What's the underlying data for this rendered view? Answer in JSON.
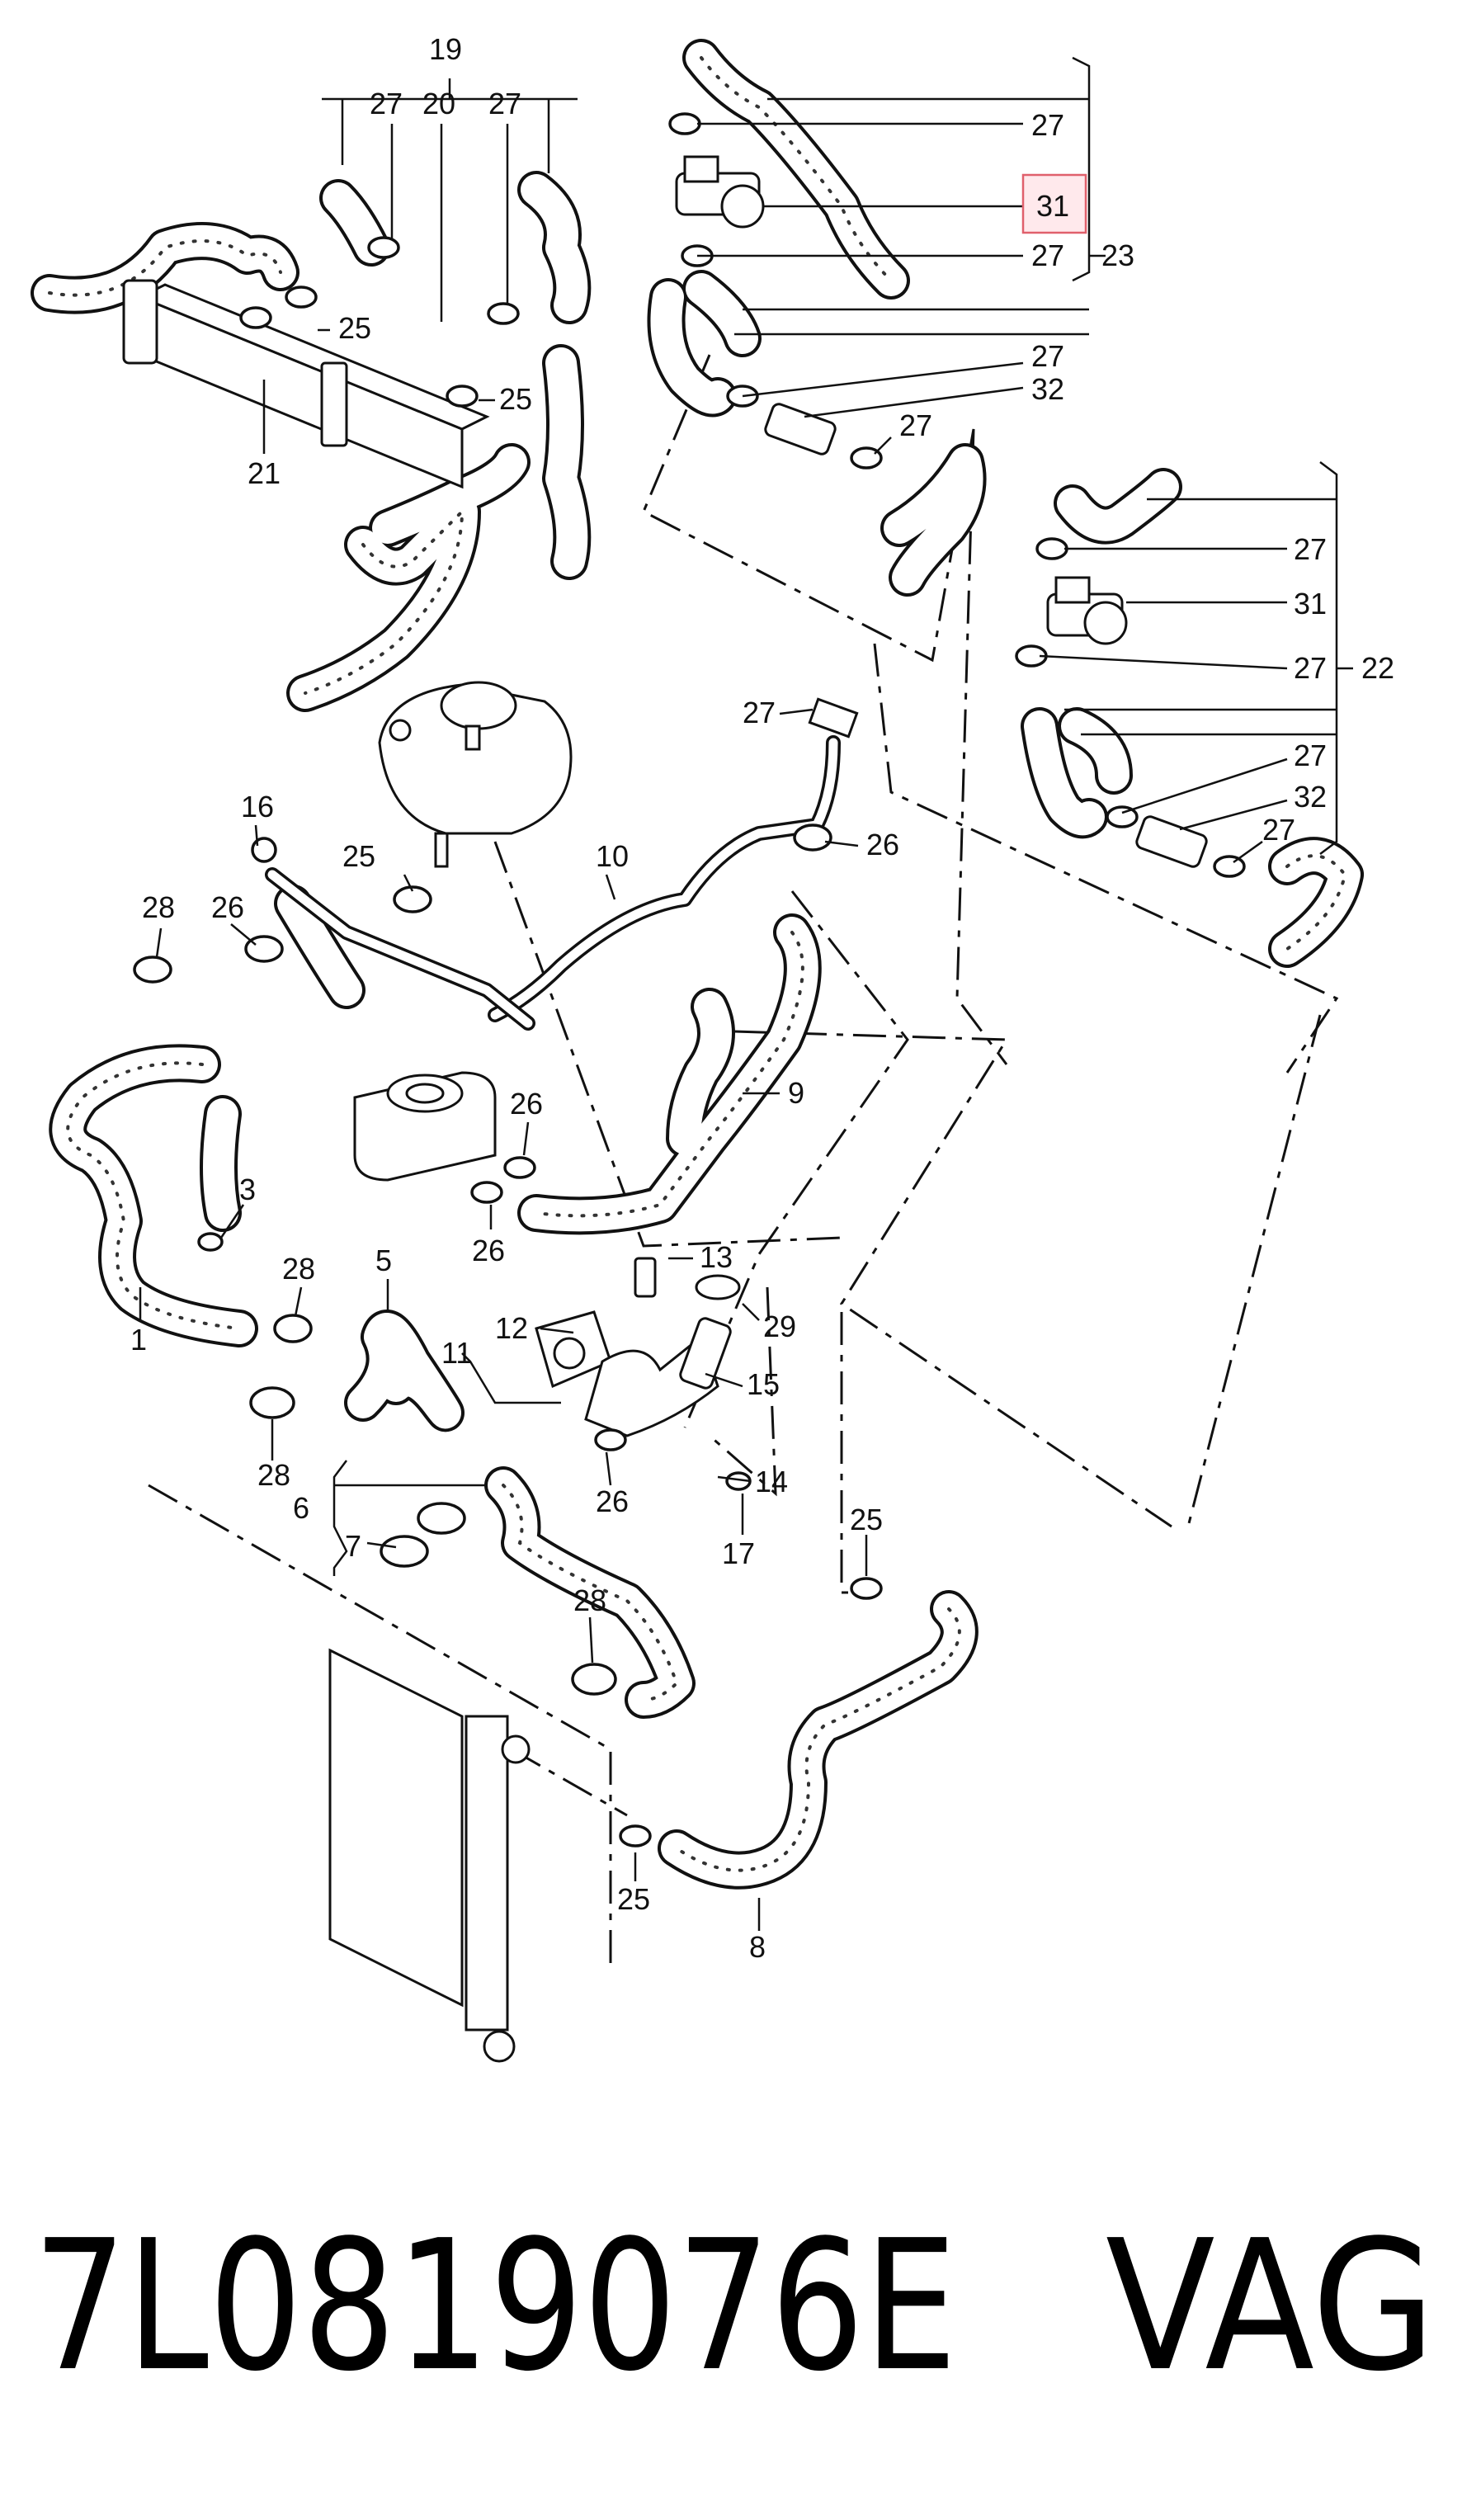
{
  "callouts": [
    {
      "id": "19",
      "text": "19"
    },
    {
      "id": "27a",
      "text": "27"
    },
    {
      "id": "20",
      "text": "20"
    },
    {
      "id": "27b",
      "text": "27"
    },
    {
      "id": "25a",
      "text": "25"
    },
    {
      "id": "25b",
      "text": "25"
    },
    {
      "id": "21",
      "text": "21"
    },
    {
      "id": "27c",
      "text": "27"
    },
    {
      "id": "31a",
      "text": "31"
    },
    {
      "id": "27d",
      "text": "27"
    },
    {
      "id": "23",
      "text": "23"
    },
    {
      "id": "27e",
      "text": "27"
    },
    {
      "id": "32a",
      "text": "32"
    },
    {
      "id": "27f",
      "text": "27"
    },
    {
      "id": "27g",
      "text": "27"
    },
    {
      "id": "31b",
      "text": "31"
    },
    {
      "id": "27h",
      "text": "27"
    },
    {
      "id": "22",
      "text": "22"
    },
    {
      "id": "27i",
      "text": "27"
    },
    {
      "id": "32b",
      "text": "32"
    },
    {
      "id": "27j",
      "text": "27"
    },
    {
      "id": "27k",
      "text": "27"
    },
    {
      "id": "16",
      "text": "16"
    },
    {
      "id": "25c",
      "text": "25"
    },
    {
      "id": "10",
      "text": "10"
    },
    {
      "id": "26a",
      "text": "26"
    },
    {
      "id": "28a",
      "text": "28"
    },
    {
      "id": "26b",
      "text": "26"
    },
    {
      "id": "9",
      "text": "9"
    },
    {
      "id": "26c",
      "text": "26"
    },
    {
      "id": "26d",
      "text": "26"
    },
    {
      "id": "3",
      "text": "3"
    },
    {
      "id": "1",
      "text": "1"
    },
    {
      "id": "28b",
      "text": "28"
    },
    {
      "id": "5",
      "text": "5"
    },
    {
      "id": "13",
      "text": "13"
    },
    {
      "id": "12",
      "text": "12"
    },
    {
      "id": "29",
      "text": "29"
    },
    {
      "id": "11",
      "text": "11"
    },
    {
      "id": "15",
      "text": "15"
    },
    {
      "id": "14",
      "text": "14"
    },
    {
      "id": "28c",
      "text": "28"
    },
    {
      "id": "6",
      "text": "6"
    },
    {
      "id": "7",
      "text": "7"
    },
    {
      "id": "26e",
      "text": "26"
    },
    {
      "id": "17",
      "text": "17"
    },
    {
      "id": "25d",
      "text": "25"
    },
    {
      "id": "28d",
      "text": "28"
    },
    {
      "id": "25e",
      "text": "25"
    },
    {
      "id": "8",
      "text": "8"
    }
  ],
  "highlight": {
    "label": "31",
    "color": "#e0606c"
  },
  "footer": {
    "part_number": "7L0819076E",
    "brand": "VAG"
  }
}
